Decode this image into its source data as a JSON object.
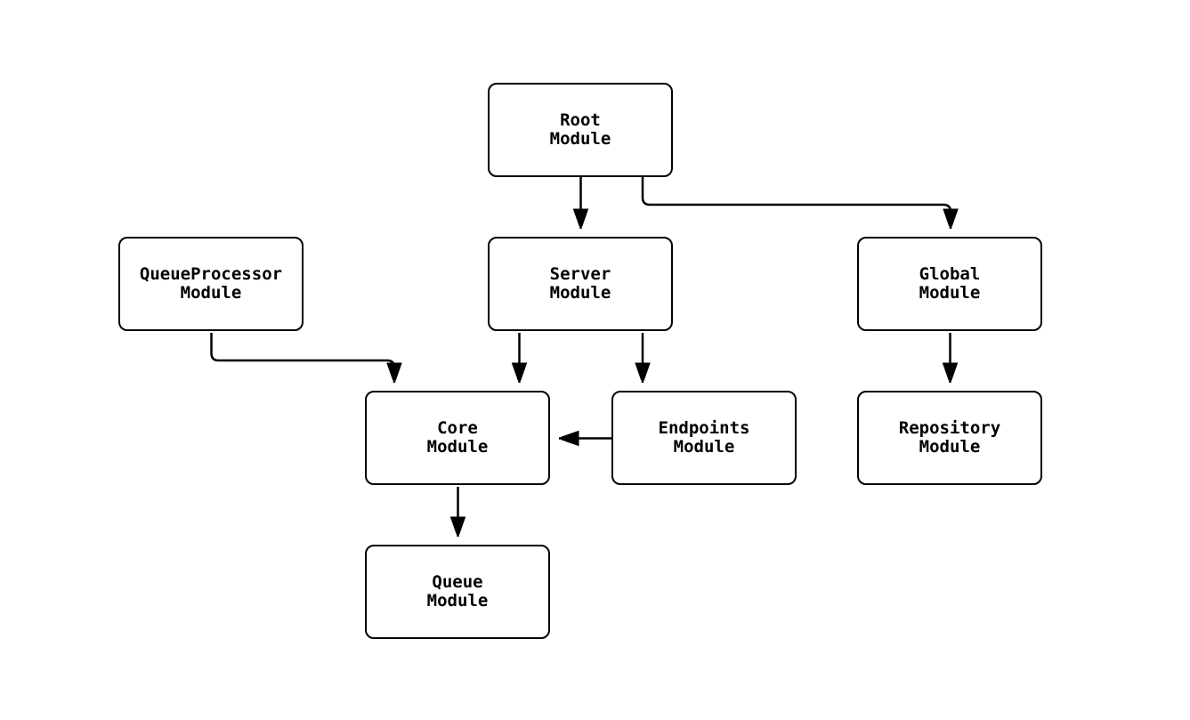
{
  "diagram": {
    "type": "flowchart",
    "direction": "top-down",
    "colors": {
      "node_fill": "#ffffff",
      "node_stroke": "#000000",
      "edge_stroke": "#000000",
      "background": "#ffffff",
      "text": "#000000"
    },
    "nodes": [
      {
        "id": "root",
        "line1": "Root",
        "line2": "Module"
      },
      {
        "id": "queueprocessor",
        "line1": "QueueProcessor",
        "line2": "Module"
      },
      {
        "id": "server",
        "line1": "Server",
        "line2": "Module"
      },
      {
        "id": "global",
        "line1": "Global",
        "line2": "Module"
      },
      {
        "id": "core",
        "line1": "Core",
        "line2": "Module"
      },
      {
        "id": "endpoints",
        "line1": "Endpoints",
        "line2": "Module"
      },
      {
        "id": "repository",
        "line1": "Repository",
        "line2": "Module"
      },
      {
        "id": "queue",
        "line1": "Queue",
        "line2": "Module"
      }
    ],
    "edges": [
      {
        "from": "Root Module",
        "to": "Server Module"
      },
      {
        "from": "Root Module",
        "to": "Global Module"
      },
      {
        "from": "QueueProcessor Module",
        "to": "Core Module"
      },
      {
        "from": "Server Module",
        "to": "Core Module"
      },
      {
        "from": "Server Module",
        "to": "Endpoints Module"
      },
      {
        "from": "Endpoints Module",
        "to": "Core Module"
      },
      {
        "from": "Global Module",
        "to": "Repository Module"
      },
      {
        "from": "Core Module",
        "to": "Queue Module"
      }
    ]
  }
}
